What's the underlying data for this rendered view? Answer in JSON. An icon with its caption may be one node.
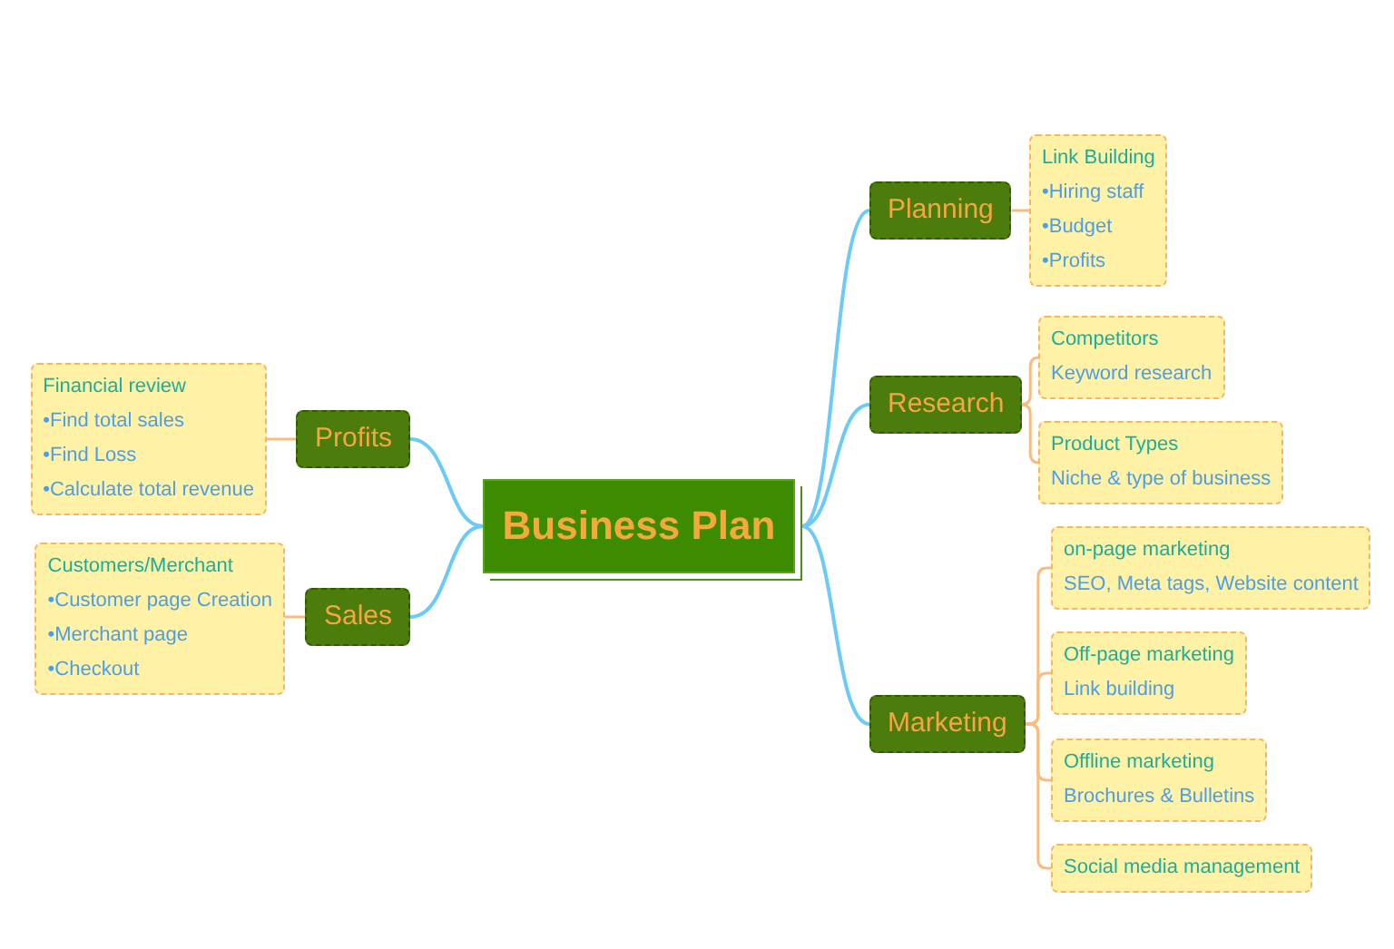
{
  "diagram": {
    "nodes": [
      {
        "text": [
          "Business Plan"
        ]
      },
      {
        "text": [
          "Profits"
        ]
      },
      {
        "text": [
          "Financial review",
          "•Find total sales",
          "•Find Loss",
          "•Calculate total revenue"
        ]
      },
      {
        "text": [
          "Sales"
        ]
      },
      {
        "text": [
          "Customers/Merchant",
          "•Customer page Creation",
          "•Merchant page",
          "•Checkout"
        ]
      },
      {
        "text": [
          "Planning"
        ]
      },
      {
        "text": [
          "Link Building",
          "•Hiring staff",
          "•Budget",
          "•Profits"
        ]
      },
      {
        "text": [
          "Research"
        ]
      },
      {
        "text": [
          "Competitors",
          "Keyword research"
        ]
      },
      {
        "text": [
          "Product Types",
          "Niche & type of business"
        ]
      },
      {
        "text": [
          "Marketing"
        ]
      },
      {
        "text": [
          "on-page marketing",
          "SEO, Meta tags, Website content"
        ]
      },
      {
        "text": [
          "Off-page marketing",
          "Link building"
        ]
      },
      {
        "text": [
          "Offline marketing",
          "Brochures & Bulletins"
        ]
      },
      {
        "text": [
          "Social media management"
        ]
      }
    ],
    "edges": [
      {
        "from": 0,
        "to": 1,
        "arrow": "none",
        "color": "#6ccaf7"
      },
      {
        "from": 1,
        "to": 2,
        "arrow": "none"
      },
      {
        "from": 0,
        "to": 3,
        "arrow": "none",
        "color": "#6ccaf7"
      },
      {
        "from": 3,
        "to": 4,
        "arrow": "none"
      },
      {
        "from": 0,
        "to": 5,
        "arrow": "none",
        "color": "#6ccaf7"
      },
      {
        "from": 5,
        "to": 6,
        "arrow": "none"
      },
      {
        "from": 0,
        "to": 7,
        "arrow": "none",
        "color": "#6ccaf7"
      },
      {
        "from": 7,
        "to": 8,
        "arrow": "none"
      },
      {
        "from": 7,
        "to": 9,
        "arrow": "none"
      },
      {
        "from": 0,
        "to": 10,
        "arrow": "none",
        "color": "#6ccaf7"
      },
      {
        "from": 10,
        "to": 11,
        "arrow": "none"
      },
      {
        "from": 10,
        "to": 12,
        "arrow": "none"
      },
      {
        "from": 10,
        "to": 13,
        "arrow": "none"
      },
      {
        "from": 10,
        "to": 14,
        "arrow": "none"
      }
    ]
  }
}
